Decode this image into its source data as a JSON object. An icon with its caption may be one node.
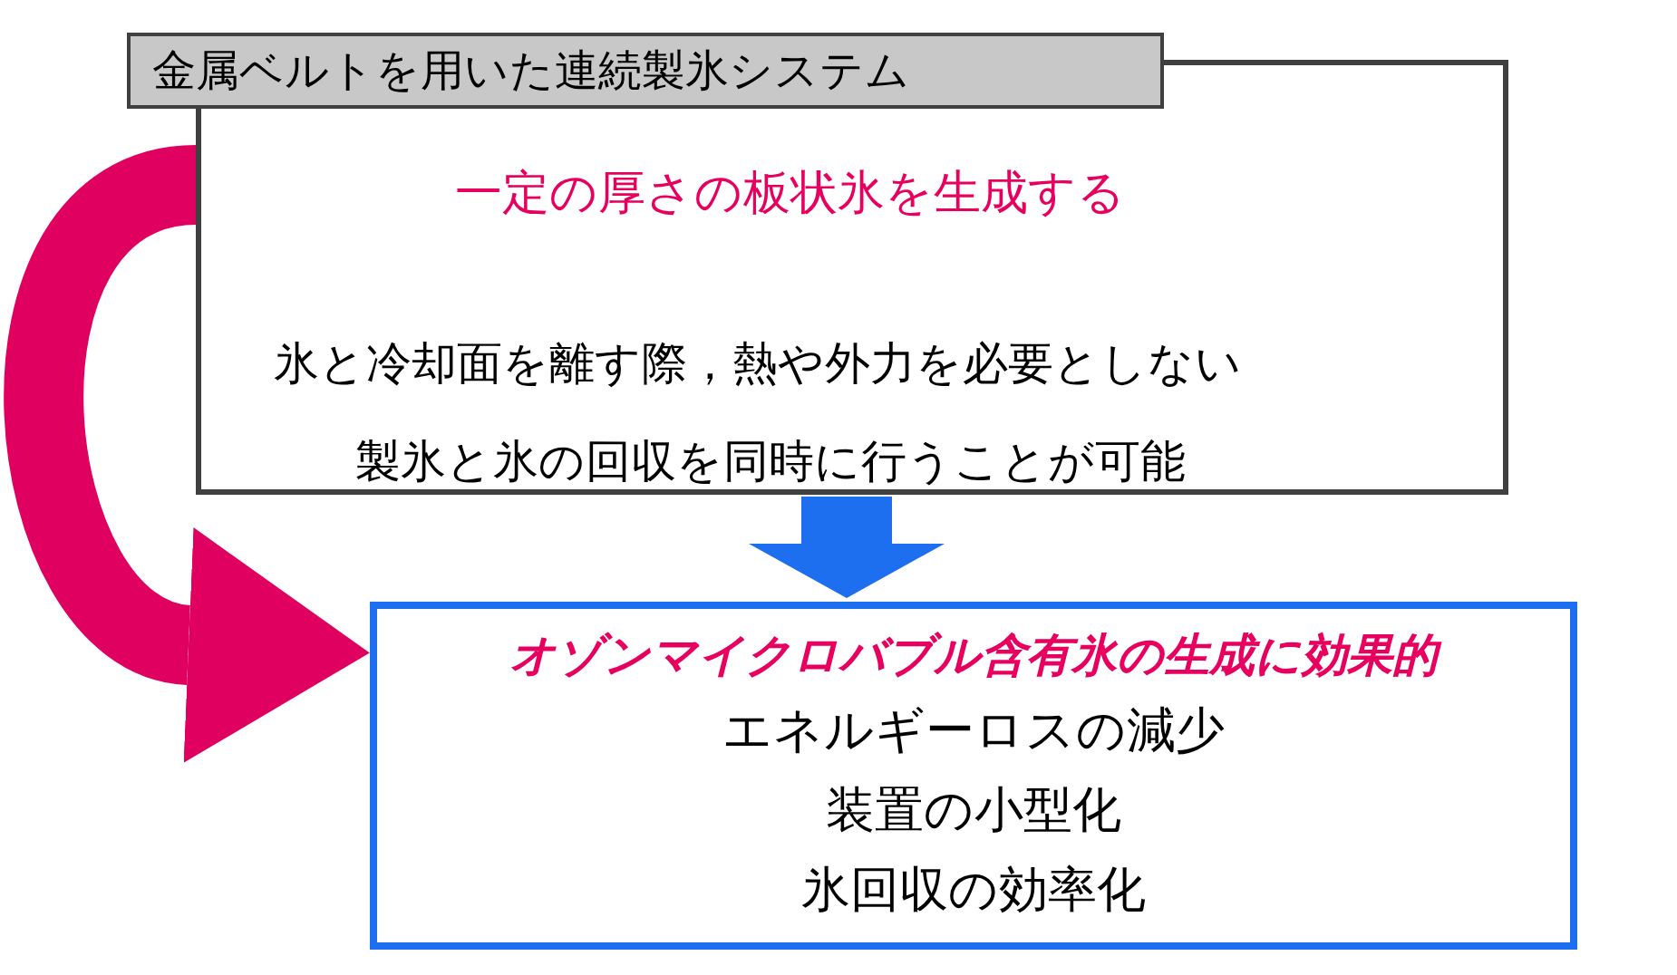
{
  "diagram": {
    "nodes": [
      {
        "text": [
          "金属ベルトを用いた連続製氷システム"
        ]
      },
      {
        "text": [
          "一定の厚さの板状氷を生成する",
          "氷と冷却面を離す際，熱や外力を必要としない",
          "製氷と氷の回収を同時に行うことが可能"
        ]
      },
      {
        "text": [
          "オゾンマイクロバブル含有氷の生成に効果的",
          "エネルギーロスの減少",
          "装置の小型化",
          "氷回収の効率化"
        ]
      }
    ],
    "edges": [
      {
        "from": 1,
        "to": 2,
        "arrow": "to",
        "color": "#e0005f"
      },
      {
        "from": 1,
        "to": 2,
        "arrow": "to",
        "color": "#1e6ff0"
      }
    ]
  }
}
